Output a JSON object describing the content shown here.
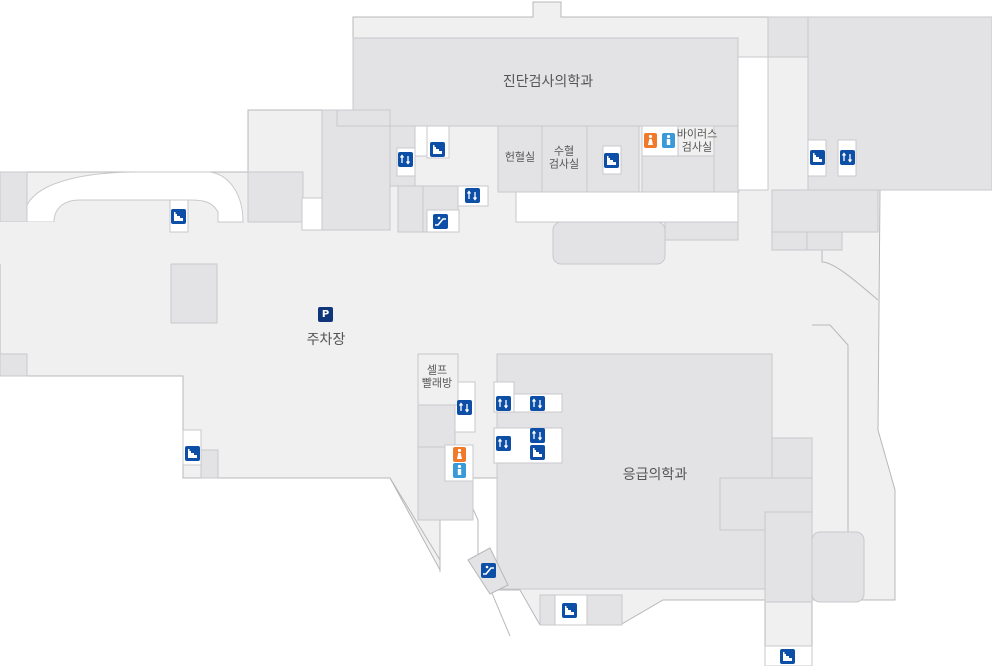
{
  "labels": {
    "diagnostic_lab": "진단검사의학과",
    "blood_collection": "헌혈실",
    "transfusion_lab": "수혈\n검사실",
    "virus_lab": "바이러스\n검사실",
    "parking": "주차장",
    "laundry": "셀프\n빨래방",
    "emergency": "응급의학과"
  },
  "parking_badge": "P",
  "colors": {
    "floor": "#f0f0f1",
    "room": "#e3e3e5",
    "room_dark": "#d7d7d9",
    "wall": "#b8b8bb",
    "icon_blue": "#0d4fa6",
    "parking_navy": "#10357a",
    "restroom_female": "#f07a2a",
    "restroom_male": "#3a9ad9"
  },
  "icon_types": {
    "elevator": "elevator-icon",
    "stairs": "stairs-icon",
    "escalator": "escalator-icon",
    "restroom_female": "female-restroom-icon",
    "restroom_male": "male-restroom-icon"
  }
}
